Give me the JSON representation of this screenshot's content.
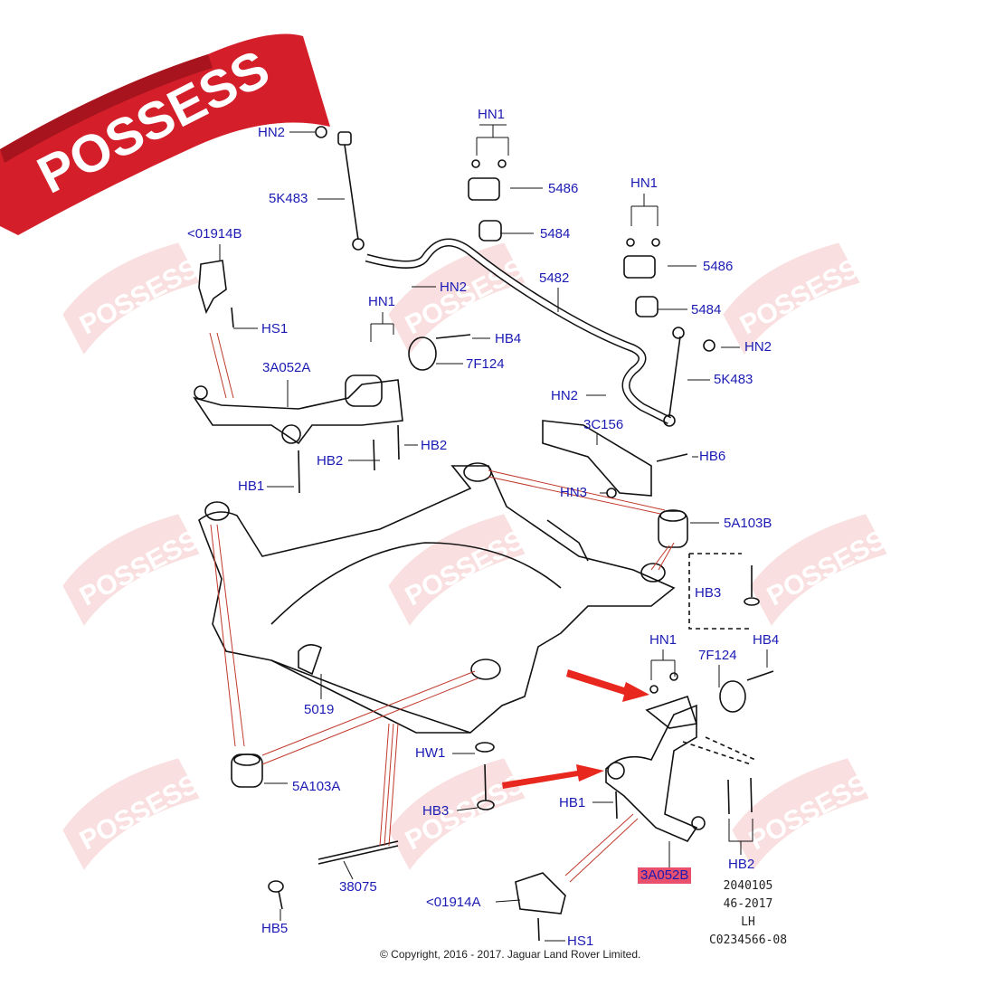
{
  "brand": {
    "logo_text": "POSSESS",
    "banner_color": "#d41f2a",
    "watermark_color": "#f2b8b8"
  },
  "colors": {
    "label": "#1b1bb4",
    "line": "#111111",
    "callout": "#c0392b",
    "arrow": "#e8281e",
    "highlight": "#e8506e"
  },
  "labels": {
    "hn2_top": "HN2",
    "hn1_top": "HN1",
    "p5486_top": "5486",
    "p5484_top": "5484",
    "p5k483_left": "5K483",
    "hn2_mid": "HN2",
    "p5482": "5482",
    "p01914b": "<01914B",
    "hs1_top": "HS1",
    "hn1_mid": "HN1",
    "hb4_top": "HB4",
    "p7f124_top": "7F124",
    "p3a052a": "3A052A",
    "hb2_mid": "HB2",
    "hb2_left": "HB2",
    "hb1_left": "HB1",
    "hn1_right": "HN1",
    "p5486_right": "5486",
    "p5484_right": "5484",
    "hn2_right": "HN2",
    "p5k483_right": "5K483",
    "hn2_lower": "HN2",
    "p3c156": "3C156",
    "hb6": "HB6",
    "hn3": "HN3",
    "p5a103b": "5A103B",
    "hb3_right": "HB3",
    "hn1_lower": "HN1",
    "p7f124_lower": "7F124",
    "hb4_lower": "HB4",
    "p5019": "5019",
    "hw1": "HW1",
    "p5a103a": "5A103A",
    "hb3_lower": "HB3",
    "hb1_lower": "HB1",
    "p3a052b": "3A052B",
    "hb2_lower": "HB2",
    "p38075": "38075",
    "p01914a": "<01914A",
    "hb5": "HB5",
    "hs1_lower": "HS1"
  },
  "notes": {
    "line1": "2040105",
    "line2": "46-2017",
    "line3": "LH",
    "line4": "C0234566-08"
  },
  "copyright": "© Copyright, 2016 - 2017. Jaguar Land Rover Limited."
}
